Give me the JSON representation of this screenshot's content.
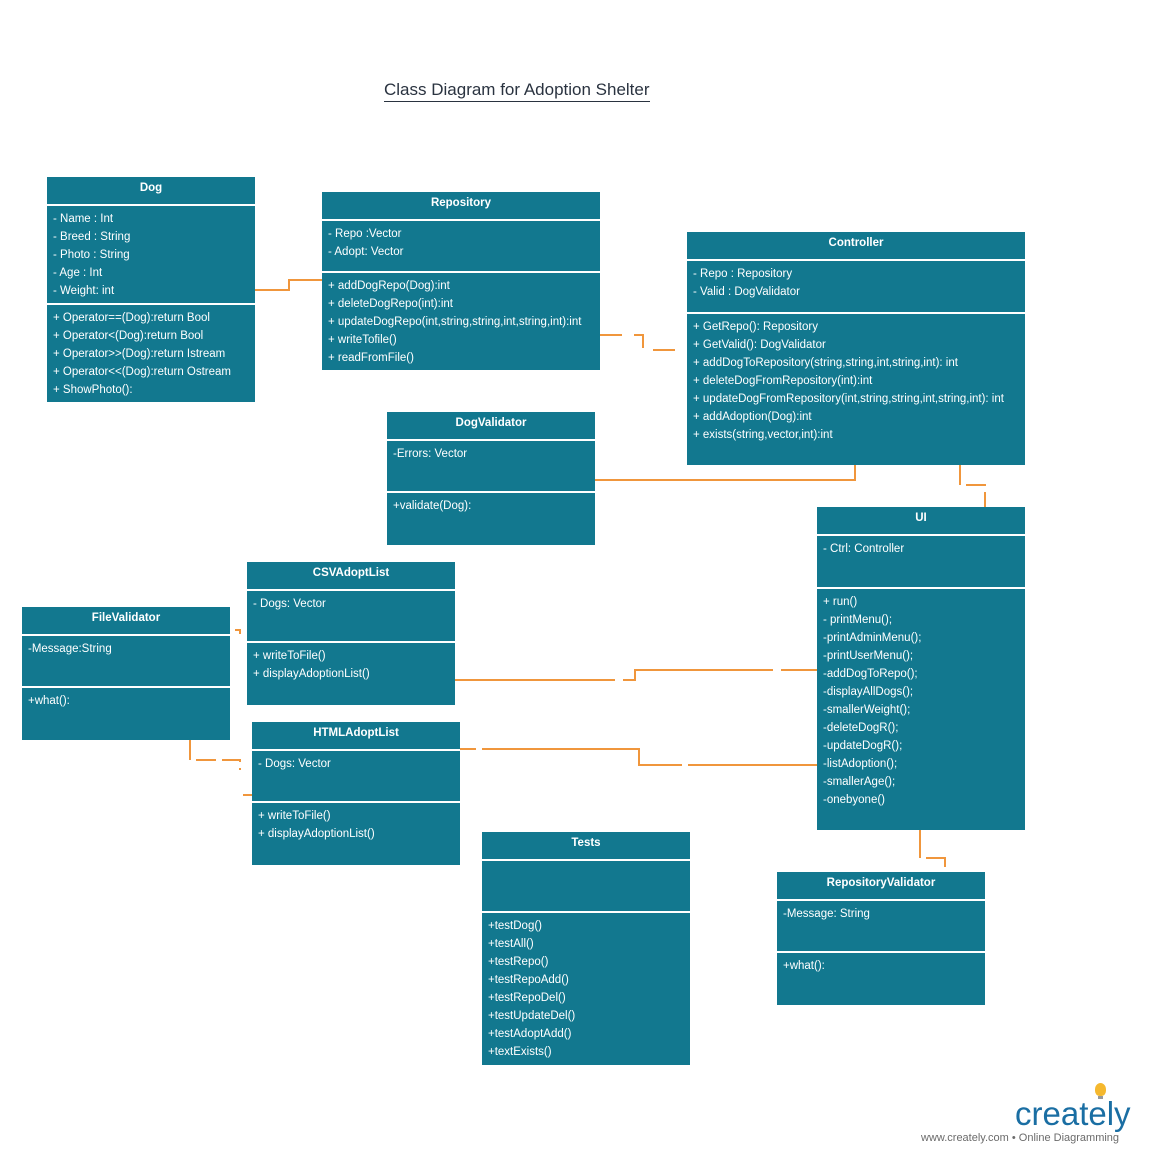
{
  "title": "Class Diagram for Adoption Shelter",
  "colors": {
    "box": "#12788f",
    "connector": "#f0963c",
    "title": "#2a3340"
  },
  "classes": {
    "dog": {
      "name": "Dog",
      "attributes": [
        "- Name : Int",
        "- Breed : String",
        "- Photo : String",
        "- Age : Int",
        "- Weight: int"
      ],
      "methods": [
        "+ Operator==(Dog):return Bool",
        "+ Operator<(Dog):return Bool",
        "+ Operator>>(Dog):return Istream",
        "+ Operator<<(Dog):return Ostream",
        "+ ShowPhoto():"
      ]
    },
    "repository": {
      "name": "Repository",
      "attributes": [
        "- Repo :Vector",
        "- Adopt: Vector"
      ],
      "methods": [
        "+ addDogRepo(Dog):int",
        "+ deleteDogRepo(int):int",
        "+ updateDogRepo(int,string,string,int,string,int):int",
        "+ writeTofile()",
        "+ readFromFile()"
      ]
    },
    "controller": {
      "name": "Controller",
      "attributes": [
        "- Repo : Repository",
        " - Valid : DogValidator"
      ],
      "methods": [
        "+ GetRepo(): Repository",
        "+ GetValid(): DogValidator",
        "+ addDogToRepository(string,string,int,string,int): int",
        "+ deleteDogFromRepository(int):int",
        "+ updateDogFromRepository(int,string,string,int,string,int): int",
        "+ addAdoption(Dog):int",
        "+ exists(string,vector,int):int"
      ]
    },
    "dogValidator": {
      "name": "DogValidator",
      "attributes": [
        "-Errors: Vector"
      ],
      "methods": [
        "+validate(Dog):"
      ]
    },
    "ui": {
      "name": "UI",
      "attributes": [
        "- Ctrl: Controller"
      ],
      "methods": [
        "+ run()",
        "- printMenu();",
        "-printAdminMenu();",
        "-printUserMenu();",
        "-addDogToRepo();",
        "-displayAllDogs();",
        "-smallerWeight();",
        "-deleteDogR();",
        "-updateDogR();",
        "-listAdoption();",
        "-smallerAge();",
        "-onebyone()"
      ]
    },
    "csvAdoptList": {
      "name": "CSVAdoptList",
      "attributes": [
        "- Dogs: Vector"
      ],
      "methods": [
        "+ writeToFile()",
        "+ displayAdoptionList()"
      ]
    },
    "fileValidator": {
      "name": "FileValidator",
      "attributes": [
        "-Message:String"
      ],
      "methods": [
        "+what():"
      ]
    },
    "htmlAdoptList": {
      "name": "HTMLAdoptList",
      "attributes": [
        " - Dogs: Vector"
      ],
      "methods": [
        "+ writeToFile()",
        "+ displayAdoptionList()"
      ]
    },
    "tests": {
      "name": "Tests",
      "attributes": [],
      "methods": [
        "+testDog()",
        "+testAll()",
        "+testRepo()",
        "+testRepoAdd()",
        "+testRepoDel()",
        "+testUpdateDel()",
        "+testAdoptAdd()",
        "+textExists()"
      ]
    },
    "repositoryValidator": {
      "name": "RepositoryValidator",
      "attributes": [
        "-Message: String"
      ],
      "methods": [
        "+what():"
      ]
    }
  },
  "branding": {
    "logo": "creately",
    "tagline": "www.creately.com • Online Diagramming"
  }
}
